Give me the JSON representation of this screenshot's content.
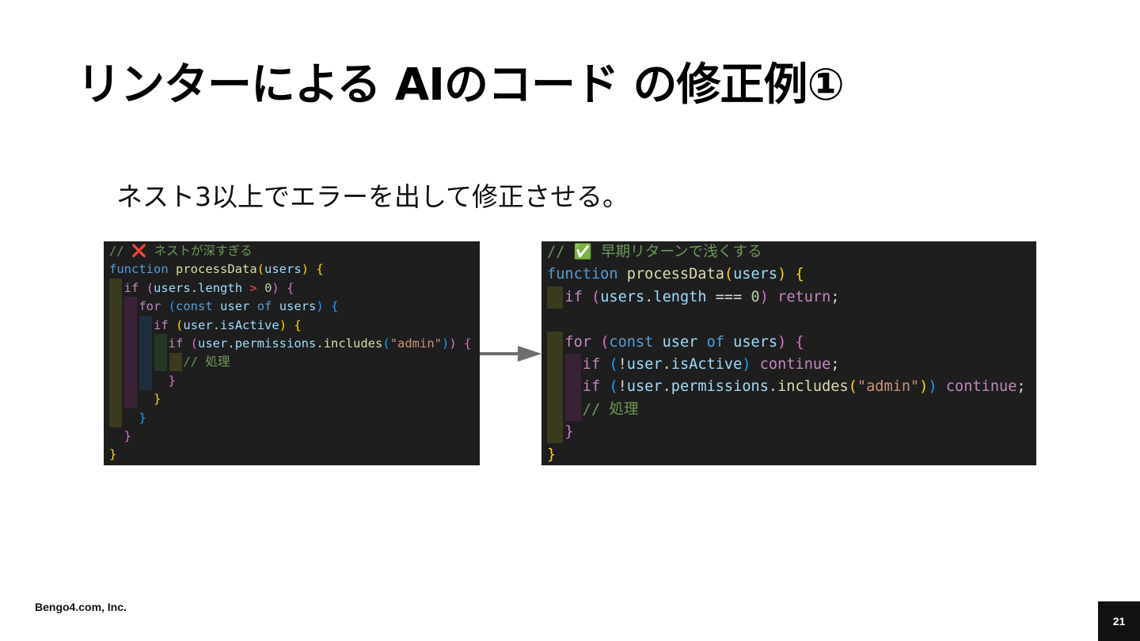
{
  "slide": {
    "title": "リンターによる AIのコード の修正例①",
    "subtitle": "ネスト3以上でエラーを出して修正させる。"
  },
  "colors": {
    "comment": "#6a9955",
    "keyword": "#569cd6",
    "control": "#c586c0",
    "function": "#dcdcaa",
    "variable": "#9cdcfe",
    "plain": "#d4d4d4",
    "number": "#b5cea8",
    "string": "#ce9178",
    "bracket_yellow": "#ffd700",
    "bracket_magenta": "#da70d6",
    "bracket_blue": "#179fff",
    "operator_red": "#f44747",
    "emoji_cross": "#e0322d",
    "emoji_check": "#5cb85c"
  },
  "code_before": {
    "lines": [
      [
        [
          "// ",
          "comment"
        ],
        [
          "❌",
          "emoji_cross"
        ],
        [
          " ネストが深すぎる",
          "comment"
        ]
      ],
      [
        [
          "function ",
          "keyword"
        ],
        [
          "processData",
          "function"
        ],
        [
          "(",
          "bracket_yellow"
        ],
        [
          "users",
          "variable"
        ],
        [
          ")",
          "bracket_yellow"
        ],
        [
          " ",
          "plain"
        ],
        [
          "{",
          "bracket_yellow"
        ]
      ],
      [
        [
          "  ",
          "plain"
        ],
        [
          "if",
          "control"
        ],
        [
          " ",
          "plain"
        ],
        [
          "(",
          "bracket_magenta"
        ],
        [
          "users",
          "variable"
        ],
        [
          ".",
          "plain"
        ],
        [
          "length",
          "variable"
        ],
        [
          " ",
          "plain"
        ],
        [
          ">",
          "operator_red"
        ],
        [
          " ",
          "plain"
        ],
        [
          "0",
          "number"
        ],
        [
          ")",
          "bracket_magenta"
        ],
        [
          " ",
          "plain"
        ],
        [
          "{",
          "bracket_magenta"
        ]
      ],
      [
        [
          "    ",
          "plain"
        ],
        [
          "for",
          "control"
        ],
        [
          " ",
          "plain"
        ],
        [
          "(",
          "bracket_blue"
        ],
        [
          "const",
          "keyword"
        ],
        [
          " ",
          "plain"
        ],
        [
          "user",
          "variable"
        ],
        [
          " ",
          "plain"
        ],
        [
          "of",
          "keyword"
        ],
        [
          " ",
          "plain"
        ],
        [
          "users",
          "variable"
        ],
        [
          ")",
          "bracket_blue"
        ],
        [
          " ",
          "plain"
        ],
        [
          "{",
          "bracket_blue"
        ]
      ],
      [
        [
          "      ",
          "plain"
        ],
        [
          "if",
          "control"
        ],
        [
          " ",
          "plain"
        ],
        [
          "(",
          "bracket_yellow"
        ],
        [
          "user",
          "variable"
        ],
        [
          ".",
          "plain"
        ],
        [
          "isActive",
          "variable"
        ],
        [
          ")",
          "bracket_yellow"
        ],
        [
          " ",
          "plain"
        ],
        [
          "{",
          "bracket_yellow"
        ]
      ],
      [
        [
          "        ",
          "plain"
        ],
        [
          "if",
          "control"
        ],
        [
          " ",
          "plain"
        ],
        [
          "(",
          "bracket_magenta"
        ],
        [
          "user",
          "variable"
        ],
        [
          ".",
          "plain"
        ],
        [
          "permissions",
          "variable"
        ],
        [
          ".",
          "plain"
        ],
        [
          "includes",
          "function"
        ],
        [
          "(",
          "bracket_blue"
        ],
        [
          "\"admin\"",
          "string"
        ],
        [
          ")",
          "bracket_blue"
        ],
        [
          ")",
          "bracket_magenta"
        ],
        [
          " ",
          "plain"
        ],
        [
          "{",
          "bracket_magenta"
        ]
      ],
      [
        [
          "          ",
          "plain"
        ],
        [
          "// 処理",
          "comment"
        ]
      ],
      [
        [
          "        ",
          "plain"
        ],
        [
          "}",
          "bracket_magenta"
        ]
      ],
      [
        [
          "      ",
          "plain"
        ],
        [
          "}",
          "bracket_yellow"
        ]
      ],
      [
        [
          "    ",
          "plain"
        ],
        [
          "}",
          "bracket_blue"
        ]
      ],
      [
        [
          "  ",
          "plain"
        ],
        [
          "}",
          "bracket_magenta"
        ]
      ],
      [
        [
          "}",
          "bracket_yellow"
        ]
      ]
    ]
  },
  "code_after": {
    "lines": [
      [
        [
          "// ",
          "comment"
        ],
        [
          "✅",
          "emoji_check"
        ],
        [
          " 早期リターンで浅くする",
          "comment"
        ]
      ],
      [
        [
          "function ",
          "keyword"
        ],
        [
          "processData",
          "function"
        ],
        [
          "(",
          "bracket_yellow"
        ],
        [
          "users",
          "variable"
        ],
        [
          ")",
          "bracket_yellow"
        ],
        [
          " ",
          "plain"
        ],
        [
          "{",
          "bracket_yellow"
        ]
      ],
      [
        [
          "  ",
          "plain"
        ],
        [
          "if",
          "control"
        ],
        [
          " ",
          "plain"
        ],
        [
          "(",
          "bracket_magenta"
        ],
        [
          "users",
          "variable"
        ],
        [
          ".",
          "plain"
        ],
        [
          "length",
          "variable"
        ],
        [
          " === ",
          "plain"
        ],
        [
          "0",
          "number"
        ],
        [
          ")",
          "bracket_magenta"
        ],
        [
          " ",
          "plain"
        ],
        [
          "return",
          "control"
        ],
        [
          ";",
          "plain"
        ]
      ],
      [],
      [
        [
          "  ",
          "plain"
        ],
        [
          "for",
          "control"
        ],
        [
          " ",
          "plain"
        ],
        [
          "(",
          "bracket_magenta"
        ],
        [
          "const",
          "keyword"
        ],
        [
          " ",
          "plain"
        ],
        [
          "user",
          "variable"
        ],
        [
          " ",
          "plain"
        ],
        [
          "of",
          "keyword"
        ],
        [
          " ",
          "plain"
        ],
        [
          "users",
          "variable"
        ],
        [
          ")",
          "bracket_magenta"
        ],
        [
          " ",
          "plain"
        ],
        [
          "{",
          "bracket_magenta"
        ]
      ],
      [
        [
          "    ",
          "plain"
        ],
        [
          "if",
          "control"
        ],
        [
          " ",
          "plain"
        ],
        [
          "(",
          "bracket_blue"
        ],
        [
          "!",
          "plain"
        ],
        [
          "user",
          "variable"
        ],
        [
          ".",
          "plain"
        ],
        [
          "isActive",
          "variable"
        ],
        [
          ")",
          "bracket_blue"
        ],
        [
          " ",
          "plain"
        ],
        [
          "continue",
          "control"
        ],
        [
          ";",
          "plain"
        ]
      ],
      [
        [
          "    ",
          "plain"
        ],
        [
          "if",
          "control"
        ],
        [
          " ",
          "plain"
        ],
        [
          "(",
          "bracket_blue"
        ],
        [
          "!",
          "plain"
        ],
        [
          "user",
          "variable"
        ],
        [
          ".",
          "plain"
        ],
        [
          "permissions",
          "variable"
        ],
        [
          ".",
          "plain"
        ],
        [
          "includes",
          "function"
        ],
        [
          "(",
          "bracket_yellow"
        ],
        [
          "\"admin\"",
          "string"
        ],
        [
          ")",
          "bracket_yellow"
        ],
        [
          ")",
          "bracket_blue"
        ],
        [
          " ",
          "plain"
        ],
        [
          "continue",
          "control"
        ],
        [
          ";",
          "plain"
        ]
      ],
      [
        [
          "    ",
          "plain"
        ],
        [
          "// 処理",
          "comment"
        ]
      ],
      [
        [
          "  ",
          "plain"
        ],
        [
          "}",
          "bracket_magenta"
        ]
      ],
      [
        [
          "}",
          "bracket_yellow"
        ]
      ]
    ]
  },
  "footer": {
    "company": "Bengo4.com, Inc.",
    "page_number": "21"
  }
}
